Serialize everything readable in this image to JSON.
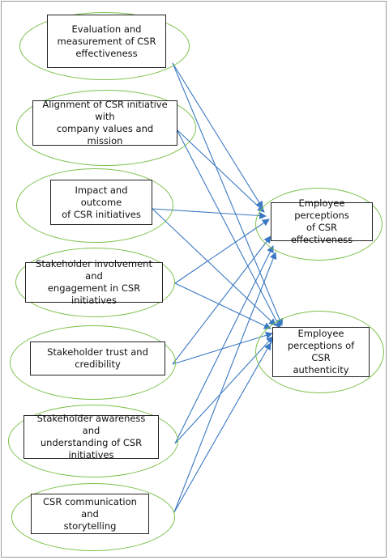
{
  "colors": {
    "oval_stroke": "#7cc04a",
    "arrow": "#3a78c2",
    "box_border": "#222222",
    "frame": "#9a9a9a"
  },
  "independent_factors": [
    {
      "id": "eval",
      "label": "Evaluation and\nmeasurement of CSR\neffectiveness"
    },
    {
      "id": "align",
      "label": "Alignment of CSR initiative with\ncompany values and mission"
    },
    {
      "id": "impact",
      "label": "Impact and outcome\nof CSR initiatives"
    },
    {
      "id": "involve",
      "label": "Stakeholder involvement and\nengagement in CSR initiatives"
    },
    {
      "id": "trust",
      "label": "Stakeholder trust and\ncredibility"
    },
    {
      "id": "aware",
      "label": "Stakeholder awareness and\nunderstanding of CSR\ninitiatives"
    },
    {
      "id": "comm",
      "label": "CSR communication and\nstorytelling"
    }
  ],
  "outcomes": [
    {
      "id": "eff",
      "label": "Employee perceptions\nof CSR effectiveness"
    },
    {
      "id": "auth",
      "label": "Employee\nperceptions of CSR\nauthenticity"
    }
  ],
  "links": [
    [
      "eval",
      "eff"
    ],
    [
      "eval",
      "auth"
    ],
    [
      "align",
      "eff"
    ],
    [
      "align",
      "auth"
    ],
    [
      "impact",
      "eff"
    ],
    [
      "impact",
      "auth"
    ],
    [
      "involve",
      "eff"
    ],
    [
      "involve",
      "auth"
    ],
    [
      "trust",
      "eff"
    ],
    [
      "trust",
      "auth"
    ],
    [
      "aware",
      "eff"
    ],
    [
      "aware",
      "auth"
    ],
    [
      "comm",
      "eff"
    ],
    [
      "comm",
      "auth"
    ]
  ]
}
